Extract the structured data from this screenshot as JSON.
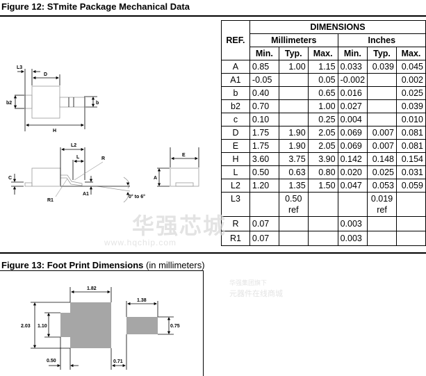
{
  "figure12": {
    "title": "Figure 12: STmite Package Mechanical Data",
    "drawing_labels": {
      "L3": "L3",
      "D": "D",
      "b2": "b2",
      "b": "b",
      "H": "H",
      "L2": "L2",
      "L": "L",
      "R": "R",
      "C": "C",
      "A1": "A1",
      "R1": "R1",
      "angle": "0° to 6°",
      "E": "E",
      "A": "A"
    },
    "table": {
      "ref_header": "REF.",
      "dimensions_header": "DIMENSIONS",
      "unit_headers": [
        "Millimeters",
        "Inches"
      ],
      "sub_headers": [
        "Min.",
        "Typ.",
        "Max.",
        "Min.",
        "Typ.",
        "Max."
      ],
      "rows": [
        {
          "ref": "A",
          "mm_min": "0.85",
          "mm_typ": "1.00",
          "mm_max": "1.15",
          "in_min": "0.033",
          "in_typ": "0.039",
          "in_max": "0.045"
        },
        {
          "ref": "A1",
          "mm_min": "-0.05",
          "mm_typ": "",
          "mm_max": "0.05",
          "in_min": "-0.002",
          "in_typ": "",
          "in_max": "0.002"
        },
        {
          "ref": "b",
          "mm_min": "0.40",
          "mm_typ": "",
          "mm_max": "0.65",
          "in_min": "0.016",
          "in_typ": "",
          "in_max": "0.025"
        },
        {
          "ref": "b2",
          "mm_min": "0.70",
          "mm_typ": "",
          "mm_max": "1.00",
          "in_min": "0.027",
          "in_typ": "",
          "in_max": "0.039"
        },
        {
          "ref": "c",
          "mm_min": "0.10",
          "mm_typ": "",
          "mm_max": "0.25",
          "in_min": "0.004",
          "in_typ": "",
          "in_max": "0.010"
        },
        {
          "ref": "D",
          "mm_min": "1.75",
          "mm_typ": "1.90",
          "mm_max": "2.05",
          "in_min": "0.069",
          "in_typ": "0.007",
          "in_max": "0.081"
        },
        {
          "ref": "E",
          "mm_min": "1.75",
          "mm_typ": "1.90",
          "mm_max": "2.05",
          "in_min": "0.069",
          "in_typ": "0.007",
          "in_max": "0.081"
        },
        {
          "ref": "H",
          "mm_min": "3.60",
          "mm_typ": "3.75",
          "mm_max": "3.90",
          "in_min": "0.142",
          "in_typ": "0.148",
          "in_max": "0.154"
        },
        {
          "ref": "L",
          "mm_min": "0.50",
          "mm_typ": "0.63",
          "mm_max": "0.80",
          "in_min": "0.020",
          "in_typ": "0.025",
          "in_max": "0.031"
        },
        {
          "ref": "L2",
          "mm_min": "1.20",
          "mm_typ": "1.35",
          "mm_max": "1.50",
          "in_min": "0.047",
          "in_typ": "0.053",
          "in_max": "0.059"
        },
        {
          "ref": "L3",
          "mm_min": "",
          "mm_typ": "0.50",
          "mm_typ_note": "ref",
          "mm_max": "",
          "in_min": "",
          "in_typ": "0.019",
          "in_typ_note": "ref",
          "in_max": ""
        },
        {
          "ref": "R",
          "mm_min": "0.07",
          "mm_typ": "",
          "mm_max": "",
          "in_min": "0.003",
          "in_typ": "",
          "in_max": ""
        },
        {
          "ref": "R1",
          "mm_min": "0.07",
          "mm_typ": "",
          "mm_max": "",
          "in_min": "0.003",
          "in_typ": "",
          "in_max": ""
        }
      ]
    }
  },
  "figure13": {
    "title_bold": "Figure 13: Foot Print Dimensions",
    "title_normal": " (in millimeters)",
    "dims": {
      "pad1_width": "1.82",
      "pad2_width": "1.38",
      "total_height": "2.03",
      "step_height": "1.10",
      "pad2_height": "0.75",
      "step_width": "0.50",
      "gap": "0.71"
    }
  },
  "watermark": {
    "chinese_large": "华强芯城",
    "url": "www.hqchip.com",
    "chinese_small_1": "华强集团旗下",
    "chinese_small_2": "元器件在线商城"
  },
  "colors": {
    "pad_fill": "#a6a6a6",
    "outline_gray": "#9a9a9a",
    "watermark": "#d8d8d8"
  }
}
